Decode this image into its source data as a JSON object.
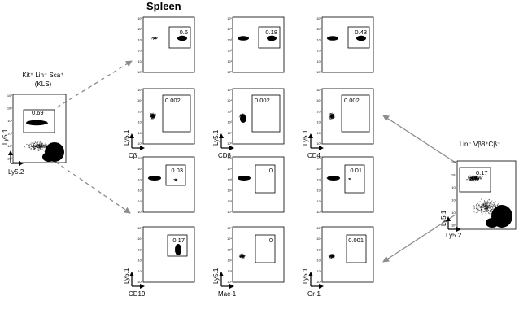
{
  "title": "Spleen",
  "axis_ticks": [
    "10⁵",
    "10⁴",
    "10³",
    "10²",
    "10¹",
    "10⁰"
  ],
  "source_left": {
    "caption_line1": "Kit⁺ Lin⁻ Sca⁺",
    "caption_line2": "(KLS)",
    "gate_value": "0.69",
    "x_label": "Ly5.2",
    "y_label": "Ly5.1"
  },
  "source_right": {
    "caption": "Lin⁻ Vβ8⁺Cβ⁻",
    "gate_value": "0.17",
    "x_label": "Ly5.2",
    "y_label": "Ly5.1"
  },
  "panel_y_label": "Ly5.1",
  "column_x_labels": [
    [
      "Cβ",
      "CD8",
      "CD4"
    ],
    [
      "CD19",
      "Mac-1",
      "Gr-1"
    ]
  ],
  "gate_values": [
    [
      "0.6",
      "0.18",
      "0.43"
    ],
    [
      "0.002",
      "0.002",
      "0.002"
    ],
    [
      "0.03",
      "0",
      "0.01"
    ],
    [
      "0.17",
      "0",
      "0.001"
    ]
  ],
  "colors": {
    "arrow_dashed": "#8c8c8c",
    "arrow_solid": "#8c8c8c",
    "points": "#000000"
  }
}
